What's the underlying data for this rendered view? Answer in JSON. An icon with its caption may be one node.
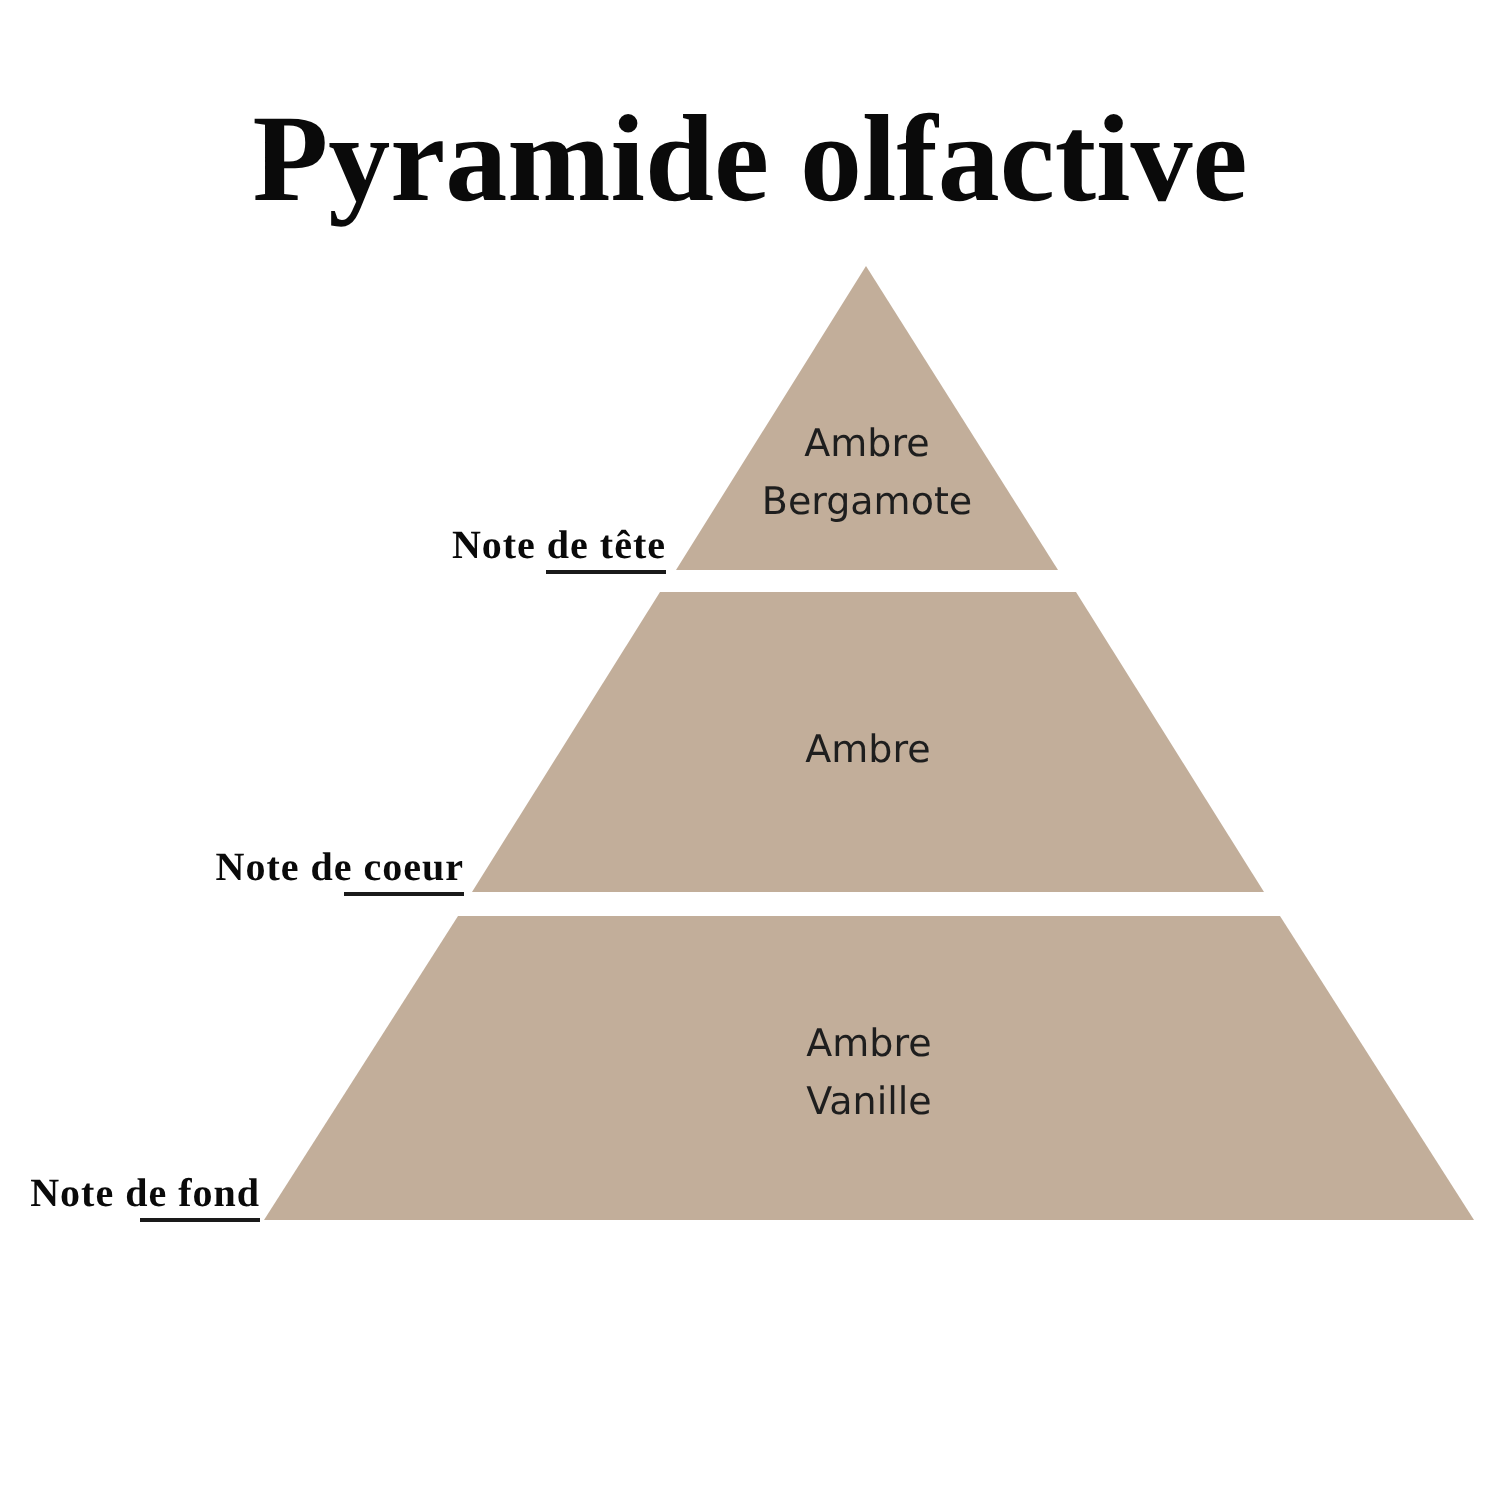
{
  "diagram": {
    "title": "Pyramide olfactive",
    "nodes": [
      {
        "text": [
          "Ambre",
          "Bergamote"
        ],
        "beside": [
          "Note de tête"
        ]
      },
      {
        "text": [
          "Ambre"
        ],
        "beside": [
          "Note de coeur"
        ]
      },
      {
        "text": [
          "Ambre",
          "Vanille"
        ],
        "beside": [
          "Note de fond"
        ]
      }
    ]
  }
}
